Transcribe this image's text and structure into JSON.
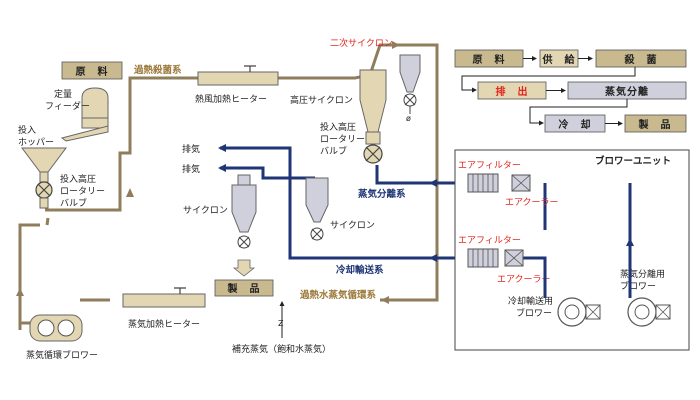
{
  "legend": {
    "raw": "原　料",
    "supply": "供　給",
    "sterilize": "殺　菌",
    "exhaust": "排　出",
    "steam_separation": "蒸気分離",
    "cooling": "冷　却",
    "product": "製　品"
  },
  "labels": {
    "raw_material": "原　料",
    "superheated_sterilization_line": "過熱殺菌系",
    "feeder": "定量\nフィーダー",
    "hopper": "投入\nホッパー",
    "inlet_valve": "投入高圧\nロータリー\nバルブ",
    "hot_air_heater": "熱風加熱ヒーター",
    "high_pressure_cyclone": "高圧サイクロン",
    "secondary_cyclone": "二次サイクロン",
    "inlet_valve_2": "投入高圧\nロータリー\nバルブ",
    "exhaust_1": "排気",
    "exhaust_2": "排気",
    "cyclone_left": "サイクロン",
    "cyclone_right": "サイクロン",
    "steam_separation_line": "蒸気分離系",
    "cooling_transport_line": "冷却輸送系",
    "product": "製　品",
    "superheated_steam_circulation": "過熱水蒸気循環系",
    "steam_heater": "蒸気加熱ヒーター",
    "make_up_steam": "補充蒸気（飽和水蒸気）",
    "circulation_blower": "蒸気循環ブロワー",
    "blower_unit": "ブロワーユニット",
    "air_filter_1": "エアフィルター",
    "air_cooler_1": "エアクーラー",
    "air_filter_2": "エアフィルター",
    "air_cooler_2": "エアクーラー",
    "cooling_blower": "冷却輸送用\nブロワー",
    "steam_separation_blower": "蒸気分離用\nブロワー"
  },
  "colors": {
    "steam_line": "#8f7d5c",
    "blue_line": "#1f3576",
    "box_fill": "#e3d6b3",
    "gray_box": "#cfd0dc",
    "accent_red": "#e0261e"
  }
}
